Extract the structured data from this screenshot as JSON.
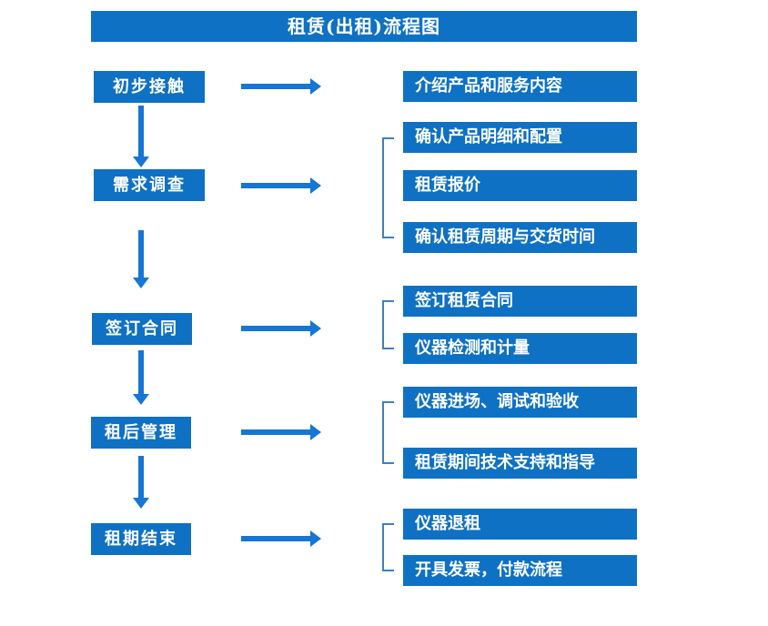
{
  "title": "租赁(出租)流程图",
  "colors": {
    "box_blue": "#0E71C4",
    "arrow_blue": "#1576D6",
    "bracket_blue": "#3E7FC1",
    "text_white": "#FFFFFF"
  },
  "steps": [
    {
      "label": "初步接触",
      "outputs": [
        "介绍产品和服务内容"
      ]
    },
    {
      "label": "需求调查",
      "outputs": [
        "确认产品明细和配置",
        "租赁报价",
        "确认租赁周期与交货时间"
      ]
    },
    {
      "label": "签订合同",
      "outputs": [
        "签订租赁合同",
        "仪器检测和计量"
      ]
    },
    {
      "label": "租后管理",
      "outputs": [
        "仪器进场、调试和验收",
        "租赁期间技术支持和指导"
      ]
    },
    {
      "label": "租期结束",
      "outputs": [
        "仪器退租",
        "开具发票，付款流程"
      ]
    }
  ]
}
